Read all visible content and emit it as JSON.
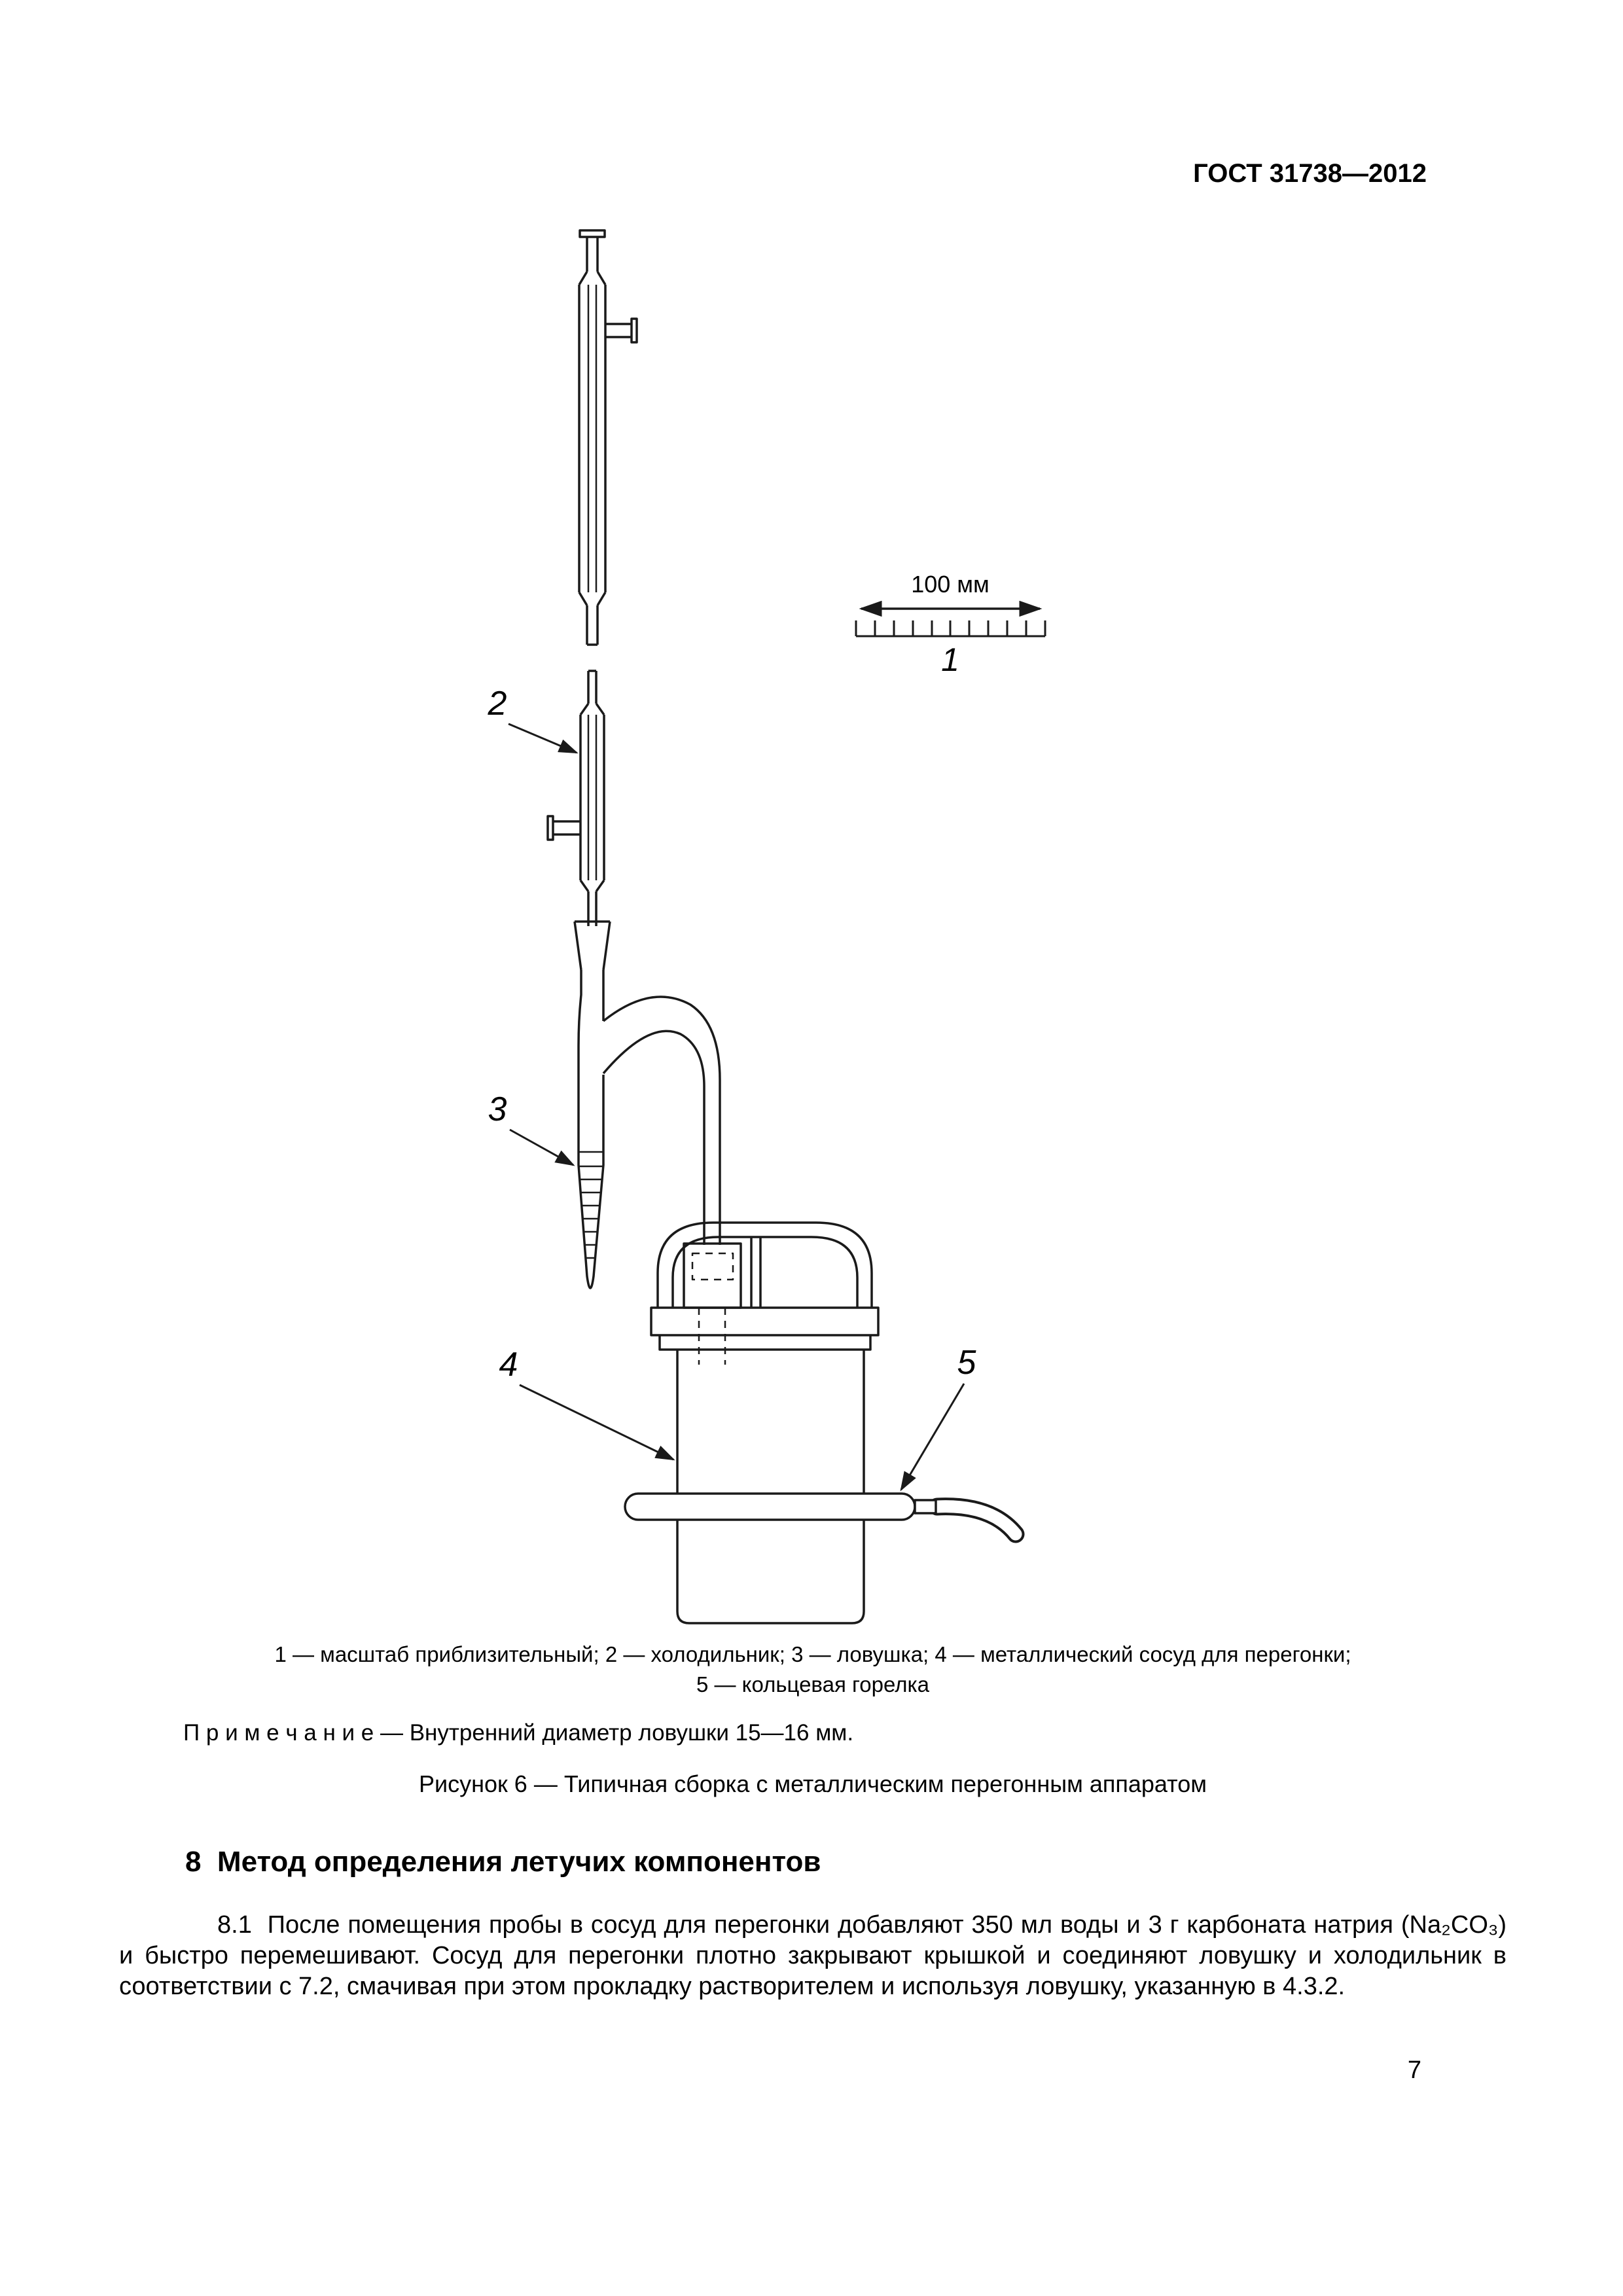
{
  "page": {
    "doc_number": "ГОСТ 31738—2012",
    "page_number": "7"
  },
  "figure": {
    "scale": {
      "length_label": "100 мм",
      "ref_number": "1"
    },
    "part_labels": {
      "condenser": "2",
      "trap": "3",
      "vessel": "4",
      "burner": "5"
    },
    "caption_line1": "1 — масштаб приблизительный; 2 — холодильник; 3 — ловушка; 4 — металлический сосуд для перегонки;",
    "caption_line2": "5 — кольцевая горелка",
    "note": "П р и м е ч а н и е — Внутренний диаметр ловушки 15—16 мм.",
    "caption": "Рисунок 6 — Типичная сборка с металлическим перегонным аппаратом"
  },
  "section": {
    "heading": "8  Метод определения летучих компонентов",
    "paragraph": "8.1  После помещения пробы в сосуд для перегонки добавляют 350 мл воды и 3 г карбоната натрия (Na₂CO₃) и быстро перемешивают. Сосуд для перегонки плотно закрывают крышкой и соединяют ловушку и холодильник в соответствии с 7.2, смачивая при этом прокладку растворителем и используя ловушку, указанную в 4.3.2."
  }
}
